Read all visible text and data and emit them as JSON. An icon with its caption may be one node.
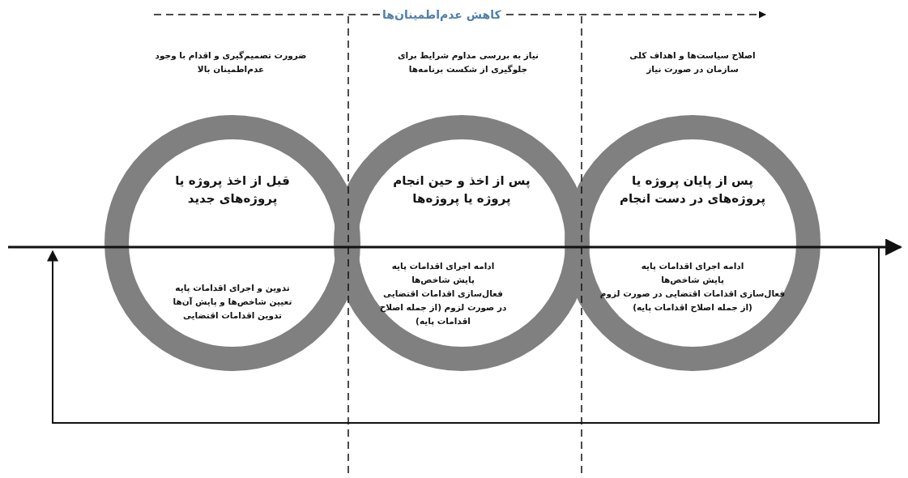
{
  "diagram": {
    "nodes": [
      {
        "text": [
          "قبل از اخذ پروژه یا پروژه‌های جدید",
          "تدوین و اجرای اقدامات پایه",
          "تعیین شاخص‌ها و پایش آن‌ها",
          "تدوین اقدامات اقتضایی"
        ]
      },
      {
        "text": [
          "پس از اخذ و حین انجام پروژه یا پروژه‌ها",
          "ادامه اجرای اقدامات پایه",
          "پایش شاخص‌ها",
          "فعال‌سازی اقدامات اقتضایی در صورت لزوم (از جمله اصلاح اقدامات پایه)"
        ]
      },
      {
        "text": [
          "پس از پایان پروژه یا پروژه‌های در دست انجام",
          "ادامه اجرای اقدامات پایه",
          "پایش شاخص‌ها",
          "فعال‌سازی اقدامات اقتضایی در صورت لزوم (از جمله اصلاح اقدامات پایه)"
        ]
      }
    ],
    "labels": [
      "کاهش عدم‌اطمینان‌ها",
      "اصلاح سیاست‌ها و اهداف کلی سازمان در صورت نیاز",
      "نیاز به بررسی مداوم شرایط برای جلوگیری از شکست برنامه‌ها",
      "ضرورت تصمیم‌گیری و اقدام با وجود عدم‌اطمینان بالا"
    ]
  }
}
